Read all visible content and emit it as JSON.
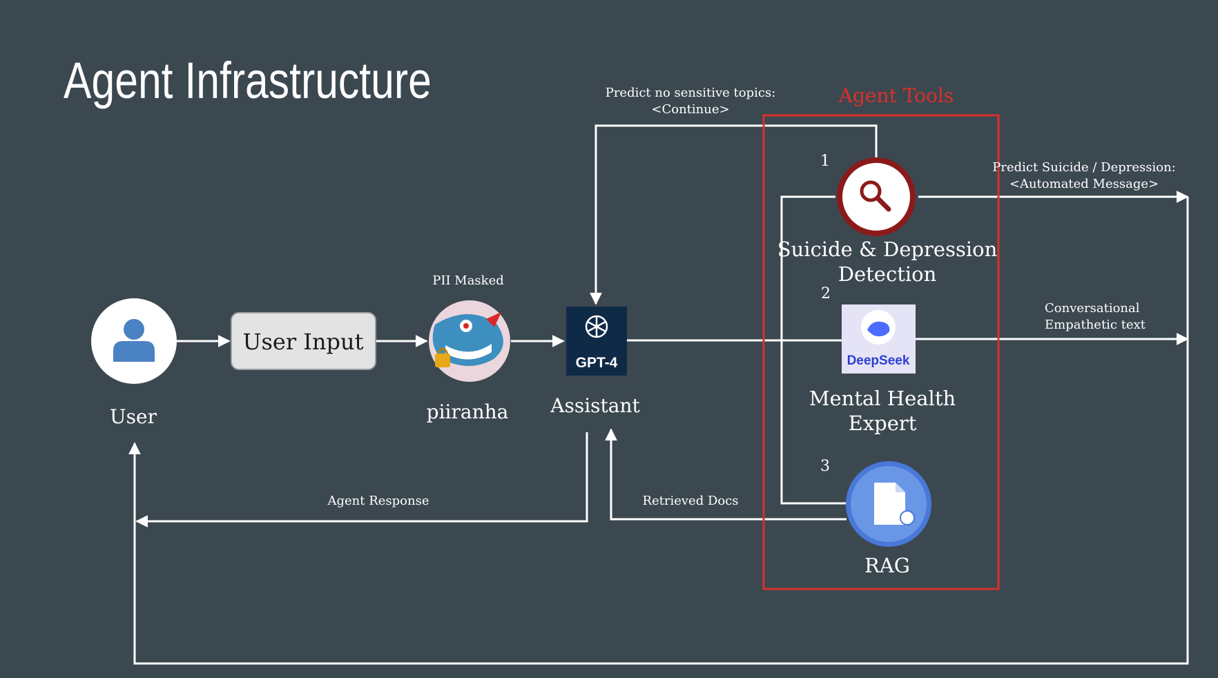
{
  "title": "Agent Infrastructure",
  "colors": {
    "background": "#3c4850",
    "line": "#ffffff",
    "agent_tools_border": "#d9302a",
    "detection_ring": "#8b1a1a",
    "rag_blue": "#4a78d8",
    "user_icon": "#4b82c3",
    "gpt_bg": "#0f2a47",
    "deepseek_blue": "#4d6bfe"
  },
  "nodes": {
    "user": {
      "label": "User",
      "icon": "person-icon"
    },
    "user_input": {
      "label": "User Input"
    },
    "piiranha": {
      "label": "piiranha",
      "caption": "PII Masked",
      "icon": "piranha-mascot-icon"
    },
    "assistant": {
      "label": "Assistant",
      "badge": "GPT-4",
      "icon": "openai-logo-icon"
    },
    "detection": {
      "number": "1",
      "label_line1": "Suicide & Depression",
      "label_line2": "Detection",
      "icon": "magnifier-icon"
    },
    "expert": {
      "number": "2",
      "label_line1": "Mental Health",
      "label_line2": "Expert",
      "badge": "DeepSeek",
      "icon": "deepseek-whale-icon"
    },
    "rag": {
      "number": "3",
      "label": "RAG",
      "icon": "document-icon"
    }
  },
  "group": {
    "label": "Agent Tools"
  },
  "edges": {
    "continue_line1": "Predict no sensitive topics:",
    "continue_line2": "<Continue>",
    "suicide_line1": "Predict Suicide / Depression:",
    "suicide_line2": "<Automated Message>",
    "empathetic_line1": "Conversational",
    "empathetic_line2": "Empathetic text",
    "agent_response": "Agent Response",
    "retrieved_docs": "Retrieved Docs"
  }
}
